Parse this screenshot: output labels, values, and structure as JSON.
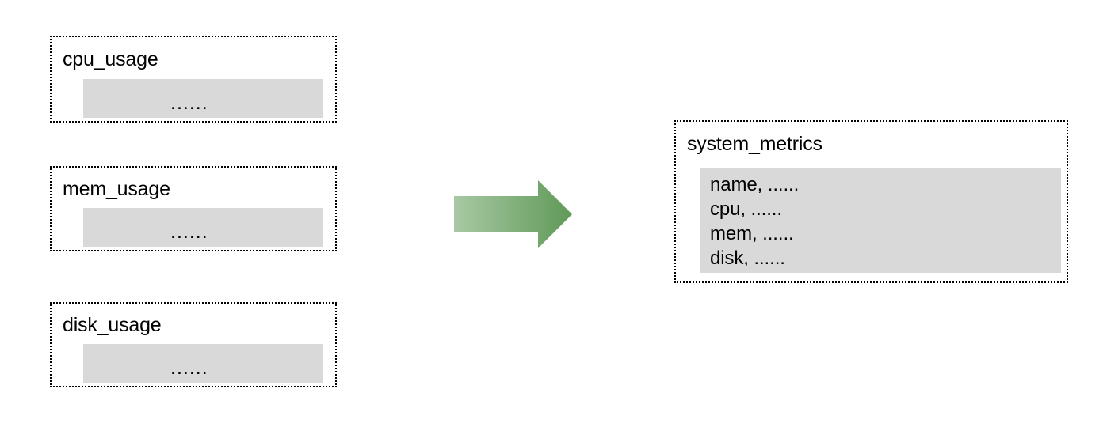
{
  "diagram": {
    "type": "data-flow / schema-merge diagram",
    "background_color": "#ffffff",
    "box_fill_color": "#d9d9d9",
    "box_border_color": "#000000",
    "arrow_gradient_from": "#a8c8a4",
    "arrow_gradient_to": "#5f9a57",
    "ellipsis": "......"
  },
  "sources": [
    {
      "title": "cpu_usage",
      "body_text": "......"
    },
    {
      "title": "mem_usage",
      "body_text": "......"
    },
    {
      "title": "disk_usage",
      "body_text": "......"
    }
  ],
  "arrow": {
    "label": "",
    "direction": "right"
  },
  "target": {
    "title": "system_metrics",
    "fields": [
      "name, ......",
      "cpu, ......",
      "mem, ......",
      "disk, ......"
    ]
  }
}
